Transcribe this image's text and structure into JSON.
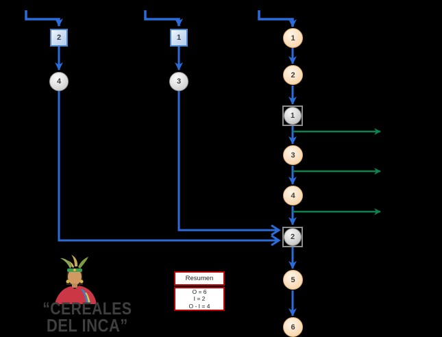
{
  "diagram": {
    "type": "process-flow-DOP",
    "background": "#000000"
  },
  "nodes": {
    "left_square": "2",
    "left_circle": "4",
    "middle_square": "1",
    "middle_circle": "3",
    "right_op1": "1",
    "right_op2": "2",
    "right_combined1": "1",
    "right_op3": "3",
    "right_op4": "4",
    "right_combined2": "2",
    "right_op5": "5",
    "right_op6": "6"
  },
  "summary": {
    "title": "Resumen",
    "values": [
      "O = 6",
      "I = 2",
      "O - I = 4"
    ]
  },
  "logo": {
    "line1": "“CEREALES",
    "line2": "DEL INCA”"
  },
  "colors": {
    "flow_blue": "#2b6cd9",
    "branch_green": "#0d8150",
    "summary_red": "#c00000",
    "square_fill": "#cfe0f4",
    "square_border": "#4d85c8",
    "gray_circle_fill": "#dcdcdc",
    "orange_circle_fill": "#fae1c2",
    "orange_circle_border": "#dba96e",
    "logo_text": "#3f3f3f"
  }
}
